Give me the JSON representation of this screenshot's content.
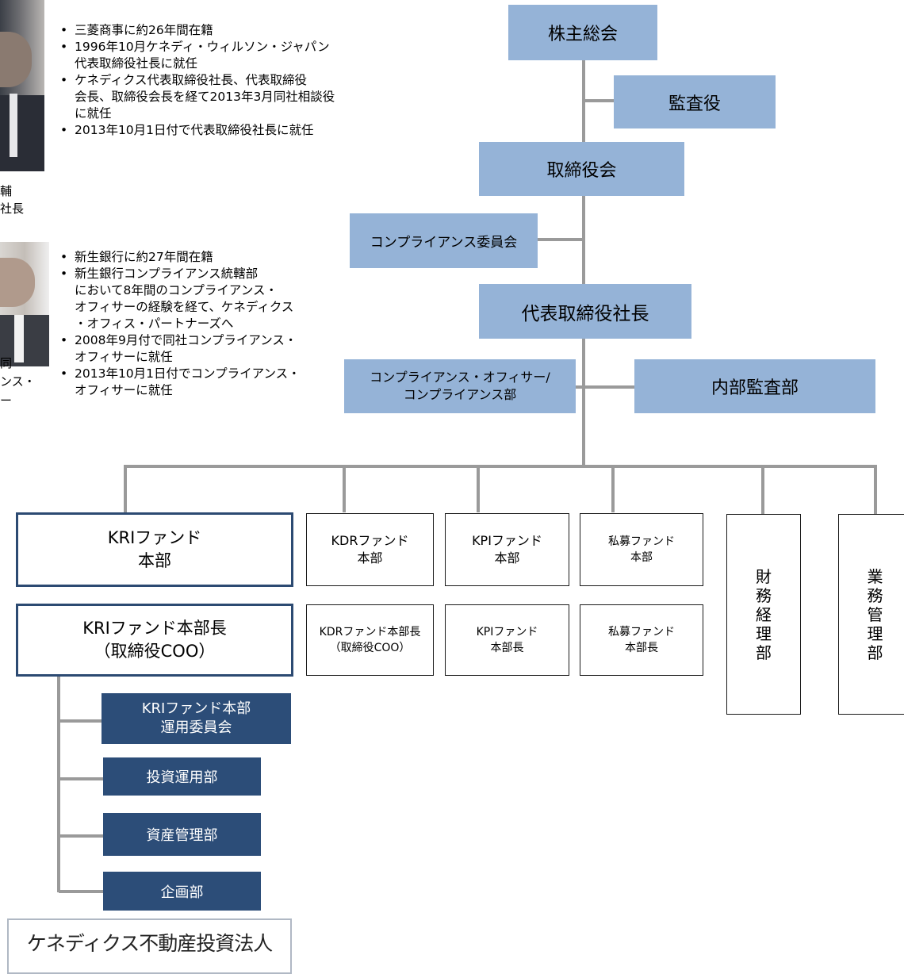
{
  "profiles": [
    {
      "name_line1": "輔",
      "name_line2": "社長",
      "bullets": [
        "三菱商事に約26年間在籍",
        "1996年10月ケネディ・ウィルソン・ジャパン\n代表取締役社長に就任",
        "ケネディクス代表取締役社長、代表取締役\n会長、取締役会長を経て2013年3月同社相談役\nに就任",
        "2013年10月1日付で代表取締役社長に就任"
      ]
    },
    {
      "name_line1": "同",
      "name_line2": "ンス・",
      "name_line3": "ー",
      "bullets": [
        "新生銀行に約27年間在籍",
        "新生銀行コンプライアンス統轄部\nにおいて8年間のコンプライアンス・\nオフィサーの経験を経て、ケネディクス\n・オフィス・パートナーズへ",
        "2008年9月付で同社コンプライアンス・\nオフィサーに就任",
        "2013年10月1日付でコンプライアンス・\nオフィサーに就任"
      ]
    }
  ],
  "org": {
    "shareholders": "株主総会",
    "auditor": "監査役",
    "board": "取締役会",
    "compliance_committee": "コンプライアンス委員会",
    "ceo": "代表取締役社長",
    "compliance_officer": "コンプライアンス・オフィサー/\nコンプライアンス部",
    "internal_audit": "内部監査部",
    "divisions": [
      {
        "name": "KRIファンド\n本部",
        "head": "KRIファンド本部長\n（取締役COO）"
      },
      {
        "name": "KDRファンド\n本部",
        "head": "KDRファンド本部長\n（取締役COO）"
      },
      {
        "name": "KPIファンド\n本部",
        "head": "KPIファンド\n本部長"
      },
      {
        "name": "私募ファンド\n本部",
        "head": "私募ファンド\n本部長"
      }
    ],
    "finance": "財務経理部",
    "operations": "業務管理部",
    "kri_subunits": [
      "KRIファンド本部\n運用委員会",
      "投資運用部",
      "資産管理部",
      "企画部"
    ],
    "reit_label": "ケネディクス不動産投資法人"
  },
  "colors": {
    "light_blue": "#95b3d7",
    "navy": "#2c4d78",
    "connector": "#9a9a9a"
  }
}
